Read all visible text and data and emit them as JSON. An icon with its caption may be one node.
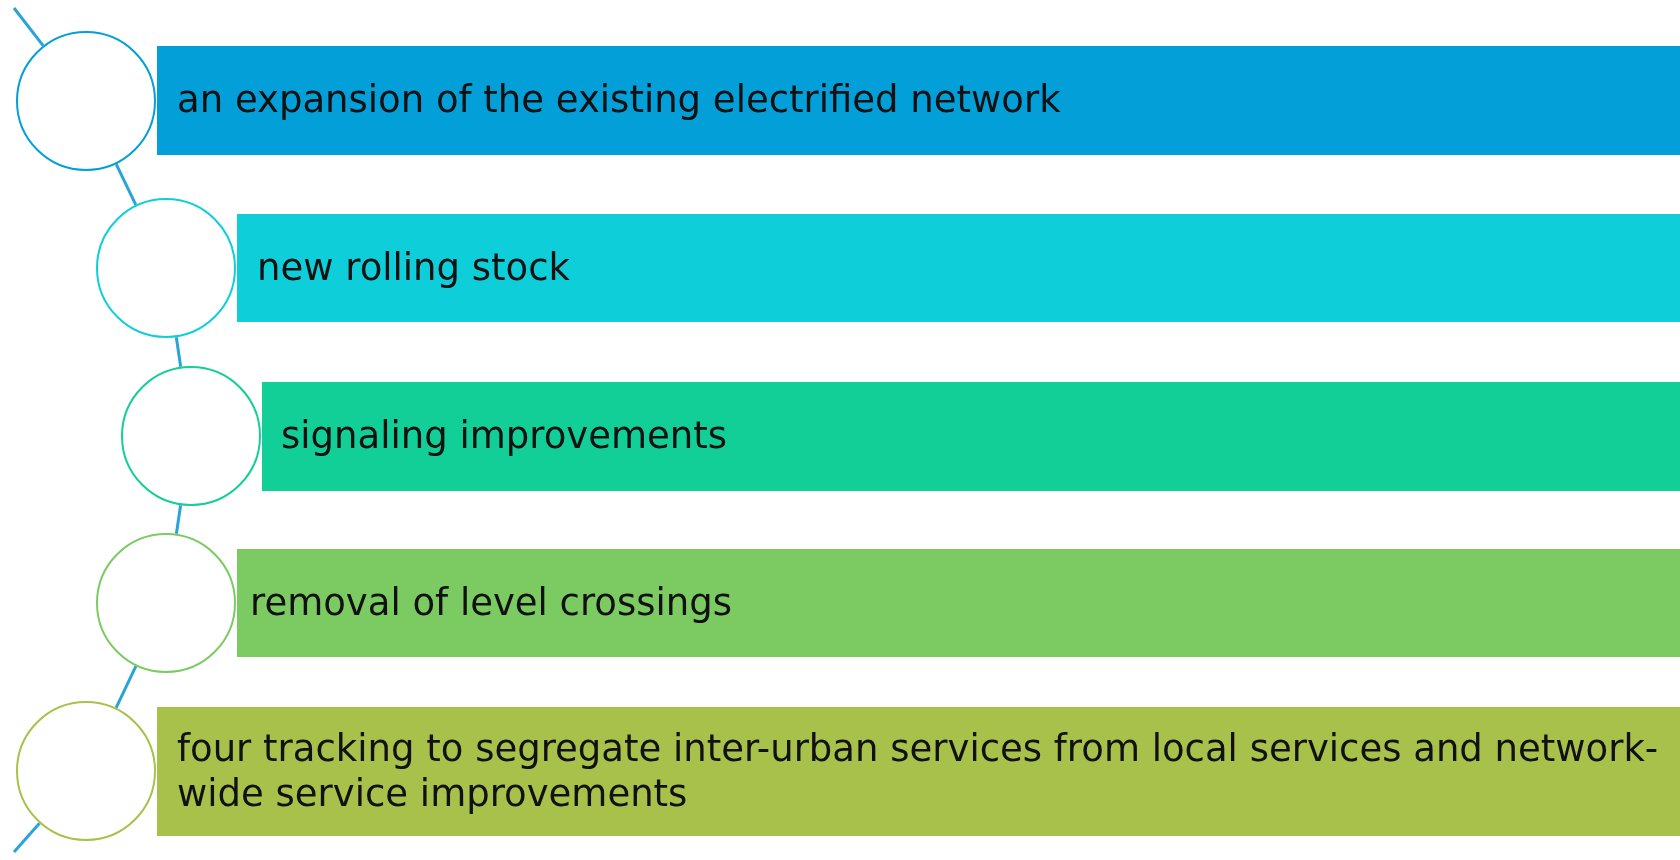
{
  "diagram": {
    "nodes": [
      {
        "text": [],
        "shape": "circle"
      },
      {
        "text": [
          "an expansion of the existing electrified network"
        ]
      },
      {
        "text": [],
        "shape": "circle"
      },
      {
        "text": [
          "new rolling stock"
        ]
      },
      {
        "text": [],
        "shape": "circle"
      },
      {
        "text": [
          "signaling improvements"
        ]
      },
      {
        "text": [],
        "shape": "circle"
      },
      {
        "text": [
          "removal of level crossings"
        ]
      },
      {
        "text": [],
        "shape": "circle"
      },
      {
        "text": [
          "four tracking to segregate inter-urban services from local services and network-wide service improvements"
        ]
      }
    ],
    "edges": [
      {
        "from": null,
        "to": 0,
        "arrow": "none"
      },
      {
        "from": 0,
        "to": 2,
        "arrow": "none"
      },
      {
        "from": 2,
        "to": 4,
        "arrow": "none"
      },
      {
        "from": 4,
        "to": 6,
        "arrow": "none"
      },
      {
        "from": 6,
        "to": 8,
        "arrow": "none"
      },
      {
        "from": 8,
        "to": null,
        "arrow": "none"
      }
    ]
  }
}
